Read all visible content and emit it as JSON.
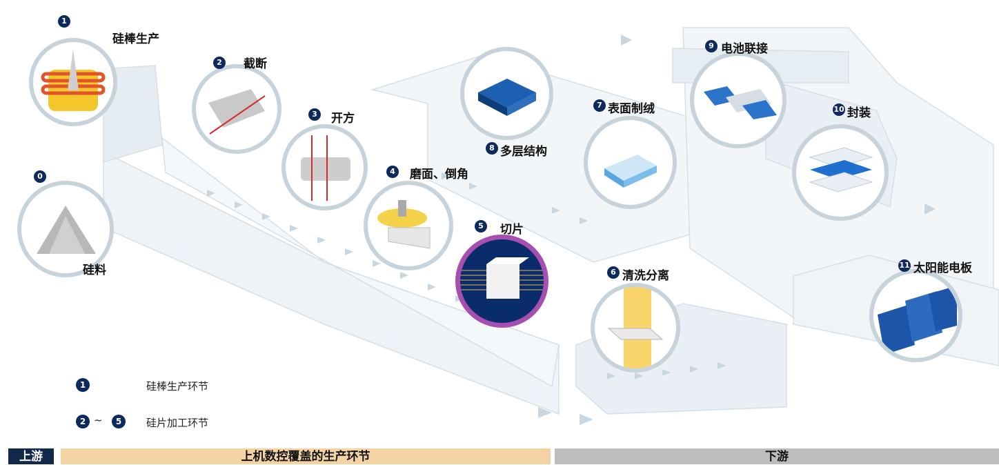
{
  "steps": [
    {
      "num": "0",
      "label": "硅料"
    },
    {
      "num": "1",
      "label": "硅棒生产"
    },
    {
      "num": "2",
      "label": "截断"
    },
    {
      "num": "3",
      "label": "开方"
    },
    {
      "num": "4",
      "label": "磨面、倒角"
    },
    {
      "num": "5",
      "label": "切片"
    },
    {
      "num": "6",
      "label": "清洗分离"
    },
    {
      "num": "7",
      "label": "表面制绒"
    },
    {
      "num": "8",
      "label": "多层结构"
    },
    {
      "num": "9",
      "label": "电池联接"
    },
    {
      "num": "10",
      "label": "封装"
    },
    {
      "num": "11",
      "label": "太阳能电板"
    }
  ],
  "legend": [
    {
      "nums": "1",
      "text": "硅棒生产环节"
    },
    {
      "nums_from": "2",
      "sep": "~",
      "nums_to": "5",
      "text": "硅片加工环节"
    }
  ],
  "bottom_bar": {
    "left": "上游",
    "middle": "上机数控覆盖的生产环节",
    "right": "下游"
  },
  "colors": {
    "badge": "#0e2a5c",
    "highlight_ring": "#a54fb1",
    "upstream_bar": "#13294b",
    "coverage_bar": "#f3d3a4",
    "downstream_bar": "#bdbdbd"
  }
}
